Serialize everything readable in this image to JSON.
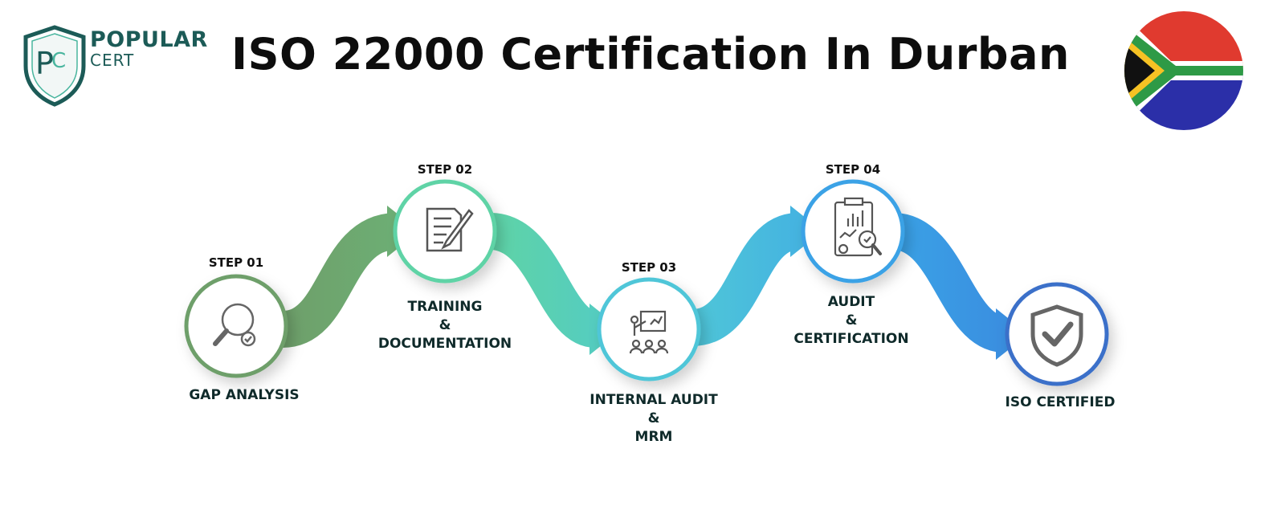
{
  "header": {
    "title": "ISO 22000 Certification In Durban",
    "logo": {
      "line1": "POPULAR",
      "line2": "CERT",
      "monogram": "PC"
    },
    "flag": "south-africa-flag"
  },
  "colors": {
    "step1": "#6e9f6a",
    "step2": "#5fd3a6",
    "step3": "#4fc6d8",
    "step4": "#3aa2e6",
    "step5": "#3a6fc9",
    "logo": "#1c5b57"
  },
  "steps": [
    {
      "tag": "STEP 01",
      "label_lines": [
        "GAP ANALYSIS"
      ],
      "icon": "magnifier-check-icon"
    },
    {
      "tag": "STEP 02",
      "label_lines": [
        "TRAINING",
        "&",
        "DOCUMENTATION"
      ],
      "icon": "document-pencil-icon"
    },
    {
      "tag": "STEP 03",
      "label_lines": [
        "INTERNAL AUDIT",
        "&",
        "MRM"
      ],
      "icon": "presentation-board-icon"
    },
    {
      "tag": "STEP 04",
      "label_lines": [
        "AUDIT",
        "&",
        "CERTIFICATION"
      ],
      "icon": "report-analysis-icon"
    },
    {
      "tag": "",
      "label_lines": [
        "ISO CERTIFIED"
      ],
      "icon": "shield-check-icon"
    }
  ]
}
